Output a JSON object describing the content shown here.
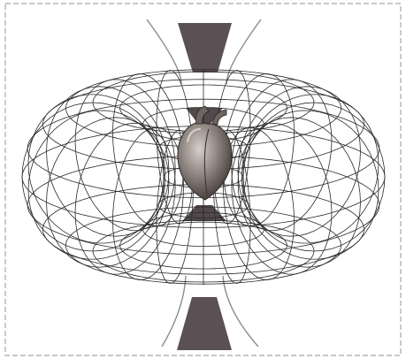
{
  "figure": {
    "subject": "torus-field-around-heart",
    "colors": {
      "background": "#ffffff",
      "frame": "#a8a8a8",
      "mesh": "#2a2a2a",
      "column": "#5b5054",
      "heart_light": "#b9b2ad",
      "heart_mid": "#7d736f",
      "heart_dark": "#3d3533",
      "arc": "#8a8a8a"
    },
    "mesh_density": {
      "parallels": 16,
      "meridians": 24
    }
  }
}
